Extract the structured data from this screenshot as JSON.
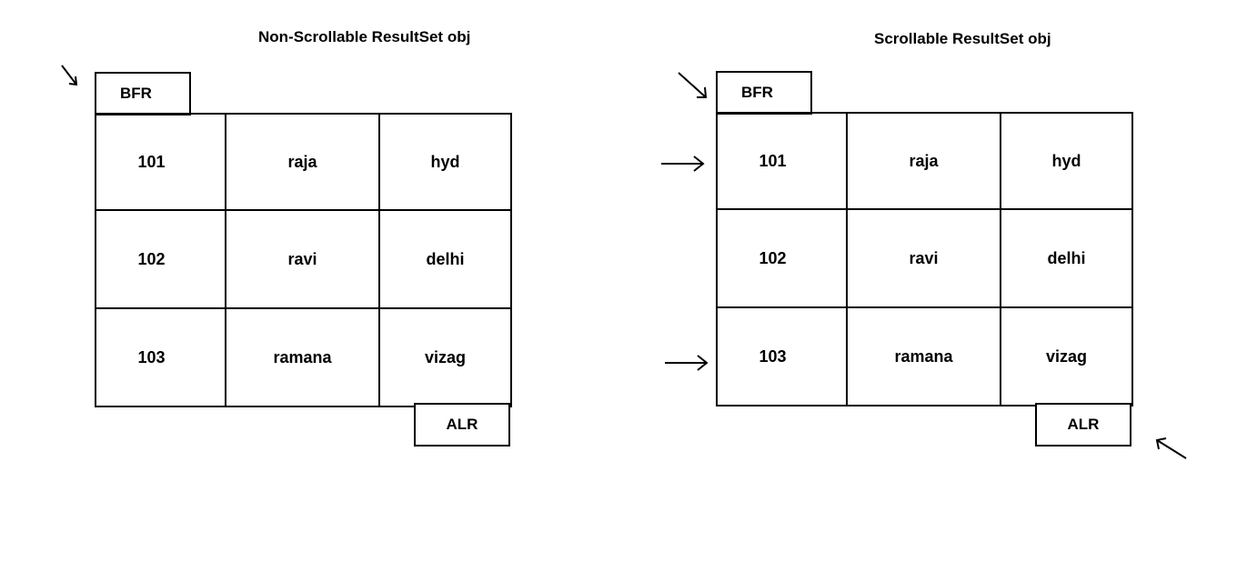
{
  "left_panel": {
    "title": "Non-Scrollable ResultSet obj",
    "bfr_label": "BFR",
    "alr_label": "ALR",
    "rows": [
      [
        "101",
        "raja",
        "hyd"
      ],
      [
        "102",
        "ravi",
        "delhi"
      ],
      [
        "103",
        "ramana",
        "vizag"
      ]
    ]
  },
  "right_panel": {
    "title": "Scrollable ResultSet obj",
    "bfr_label": "BFR",
    "alr_label": "ALR",
    "rows": [
      [
        "101",
        "raja",
        "hyd"
      ],
      [
        "102",
        "ravi",
        "delhi"
      ],
      [
        "103",
        "ramana",
        "vizag"
      ]
    ]
  },
  "colors": {
    "line": "#000000",
    "background": "#ffffff"
  }
}
